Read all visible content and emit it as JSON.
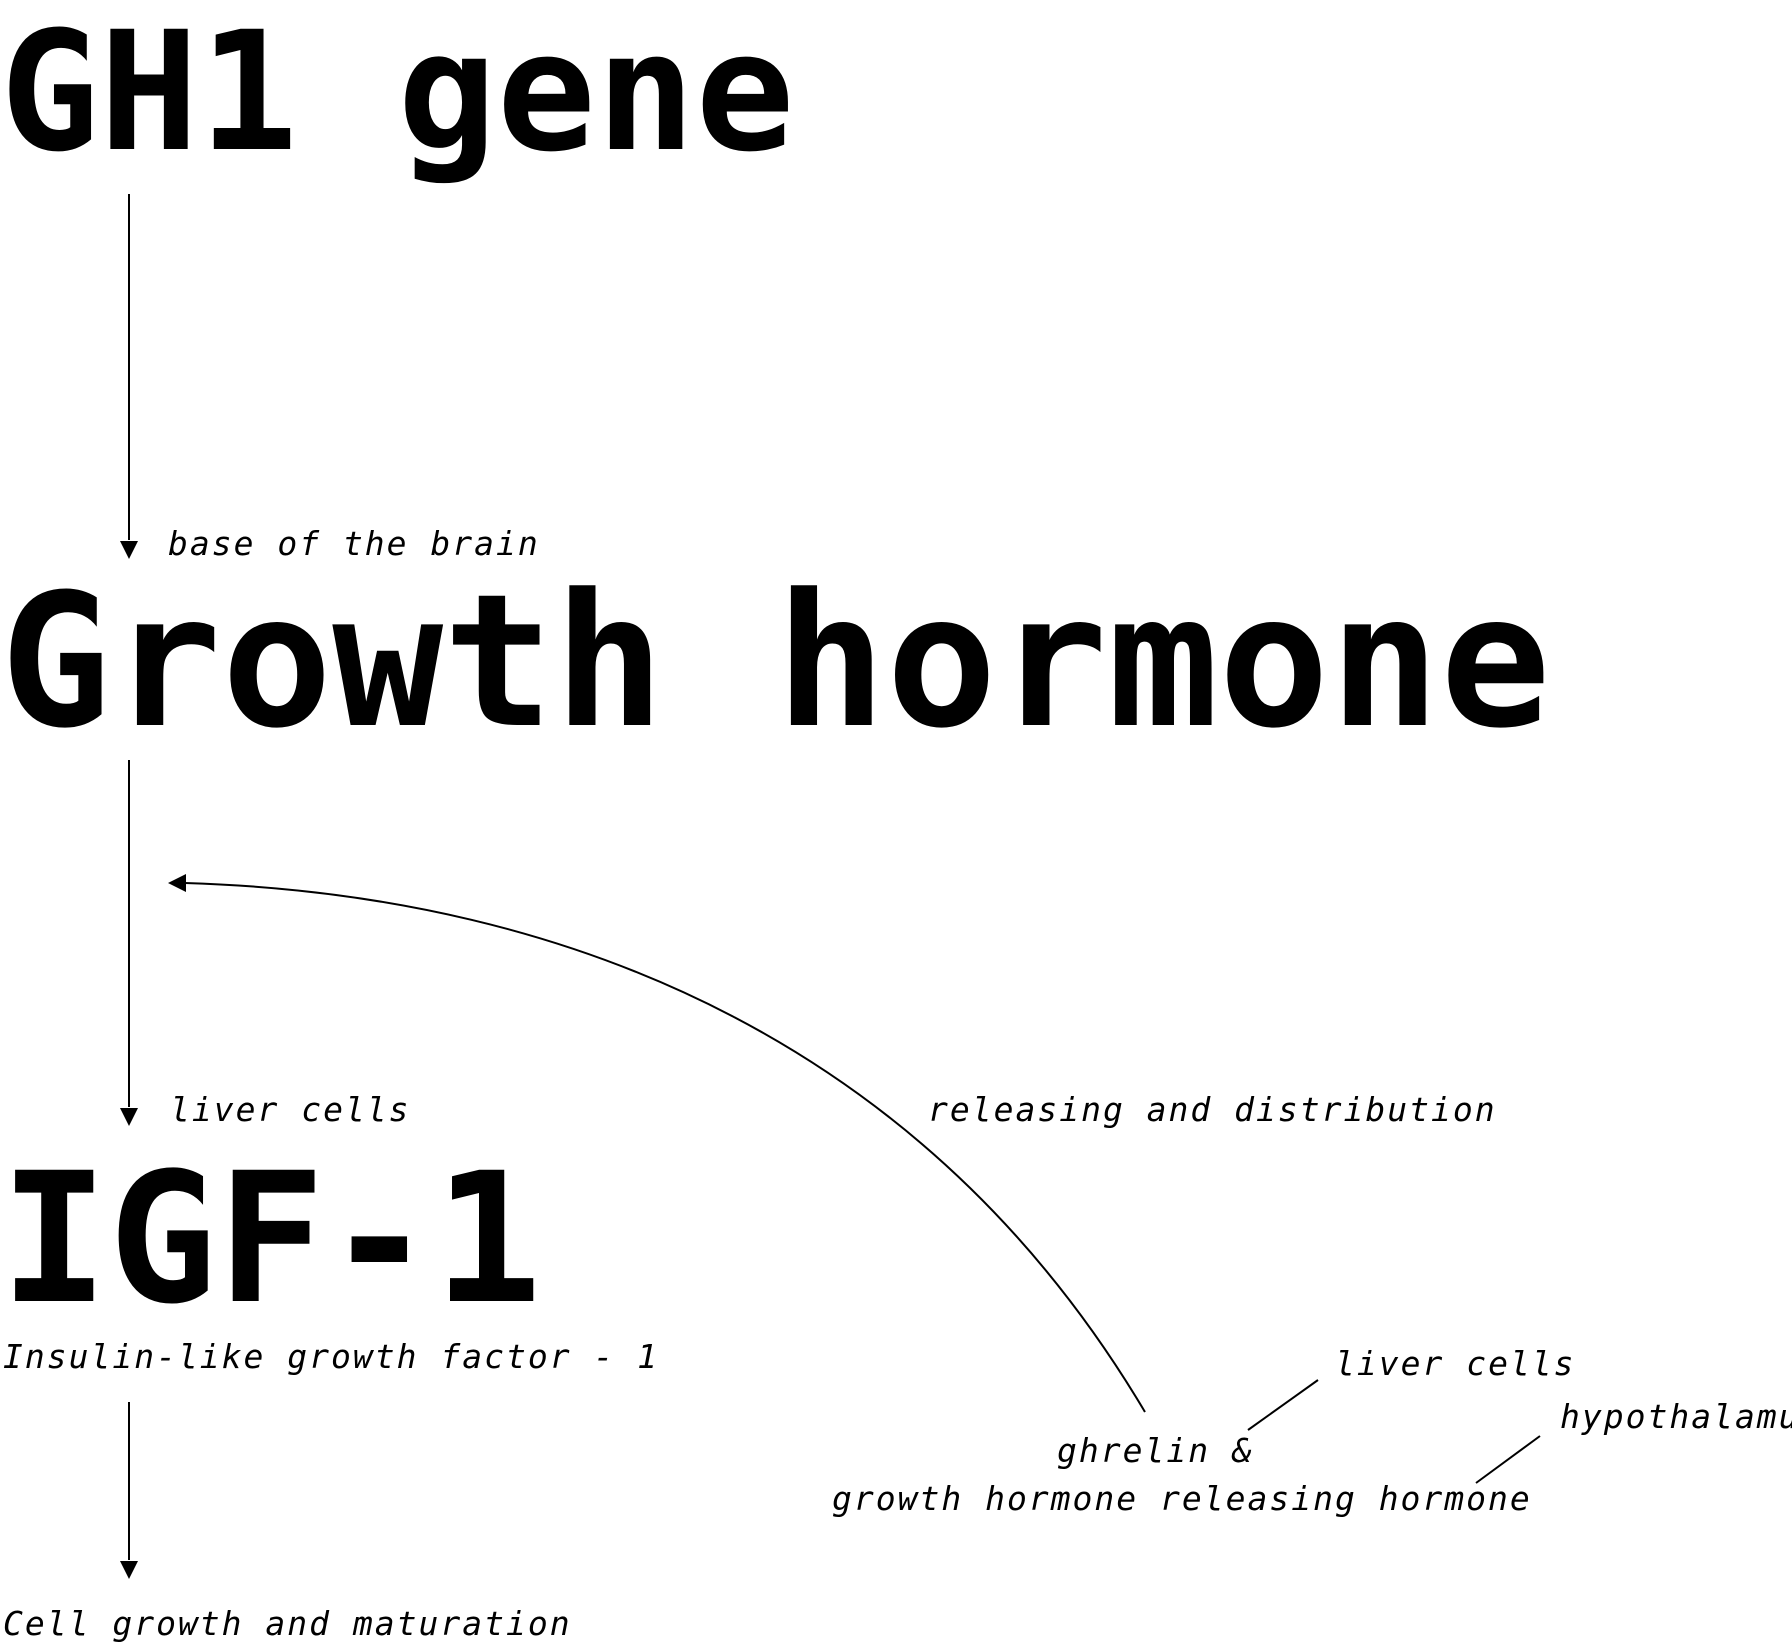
{
  "nodes": {
    "gene": "GH1 gene",
    "hormone": "Growth hormone",
    "igf": "IGF-1",
    "igf_full_name": "Insulin-like growth factor - 1",
    "outcome": "Cell growth and maturation"
  },
  "edge_labels": {
    "gene_to_hormone": "base of the brain",
    "hormone_to_igf": "liver cells",
    "feedback": "releasing and distribution"
  },
  "regulators": {
    "line1": "ghrelin &",
    "line2": "growth hormone releasing hormone",
    "source_ghrelin": "liver cells",
    "source_ghrh": "hypothalamus"
  },
  "colors": {
    "ink": "#000000",
    "background": "#ffffff"
  }
}
